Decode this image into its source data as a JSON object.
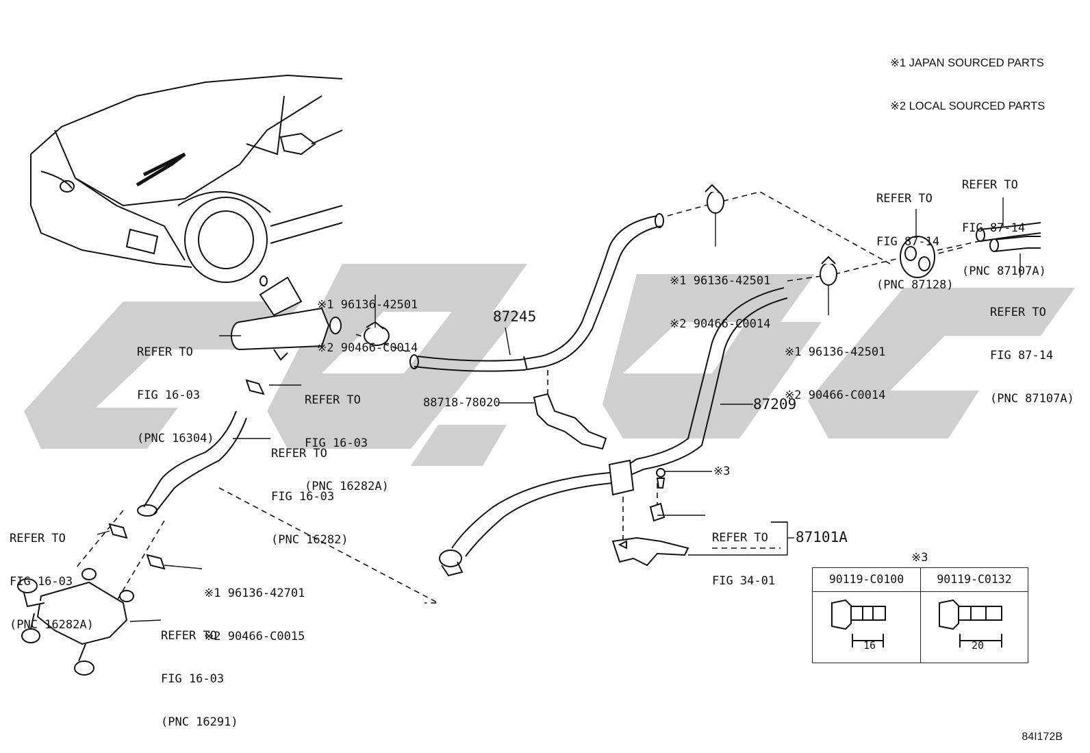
{
  "legend": {
    "line1": "※1 JAPAN SOURCED PARTS",
    "line2": "※2 LOCAL SOURCED PARTS"
  },
  "parts": {
    "hose_87245": "87245",
    "hose_87209": "87209",
    "clamp_88718": "88718-78020",
    "bracket_87101a": "87101A",
    "mark3": "※3"
  },
  "clips": {
    "top_center": {
      "line1": "※1 96136-42501",
      "line2": "※2 90466-C0014"
    },
    "left_upper": {
      "line1": "※1 96136-42501",
      "line2": "※2 90466-C0014"
    },
    "right_mid": {
      "line1": "※1 96136-42501",
      "line2": "※2 90466-C0014"
    },
    "bottom_left": {
      "line1": "※1 96136-42701",
      "line2": "※2 90466-C0015"
    }
  },
  "refs": {
    "pnc16304": {
      "l1": "REFER TO",
      "l2": "FIG 16-03",
      "l3": "(PNC 16304)"
    },
    "pnc16282a_1": {
      "l1": "REFER TO",
      "l2": "FIG 16-03",
      "l3": "(PNC 16282A)"
    },
    "pnc16282": {
      "l1": "REFER TO",
      "l2": "FIG 16-03",
      "l3": "(PNC 16282)"
    },
    "pnc16282a_2": {
      "l1": "REFER TO",
      "l2": "FIG 16-03",
      "l3": "(PNC 16282A)"
    },
    "pnc16291": {
      "l1": "REFER TO",
      "l2": "FIG 16-03",
      "l3": "(PNC 16291)"
    },
    "pnc87128": {
      "l1": "REFER TO",
      "l2": "FIG 87-14",
      "l3": "(PNC 87128)"
    },
    "pnc87107a_top": {
      "l1": "REFER TO",
      "l2": "FIG 87-14",
      "l3": "(PNC 87107A)"
    },
    "pnc87107a_bot": {
      "l1": "REFER TO",
      "l2": "FIG 87-14",
      "l3": "(PNC 87107A)"
    },
    "fig3401": {
      "l1": "REFER TO",
      "l2": "FIG 34-01"
    }
  },
  "bolt_table": {
    "title": "※3",
    "col1": {
      "part": "90119-C0100",
      "length": "16"
    },
    "col2": {
      "part": "90119-C0132",
      "length": "20"
    }
  },
  "figure_code": "84I172B",
  "colors": {
    "line": "#111111",
    "watermark": "#c8c8c8"
  }
}
